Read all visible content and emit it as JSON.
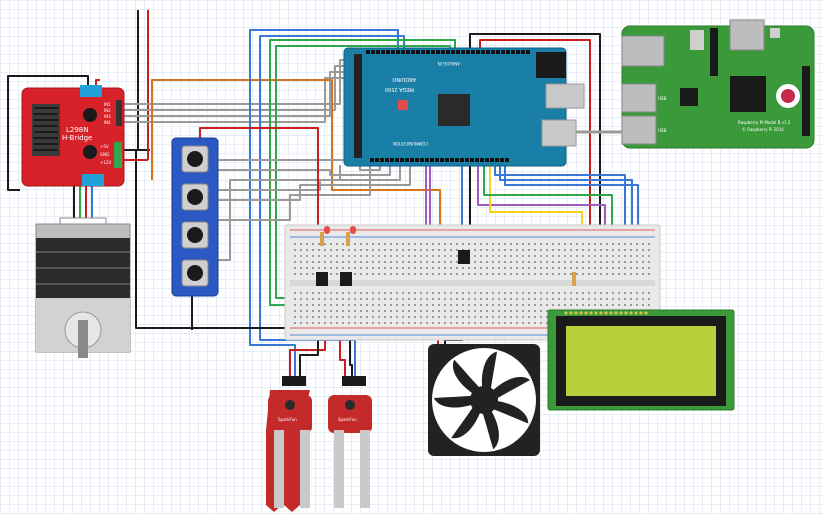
{
  "labels": {
    "driver_model": "L298N",
    "driver_name": "H-Bridge",
    "driver_pin_in1": "IN1",
    "driver_pin_in2": "IN2",
    "driver_pin_in3": "IN3",
    "driver_pin_in4": "IN4",
    "driver_pin_5v": "+5V",
    "driver_pin_gnd": "GND",
    "driver_pin_12v": "+12V",
    "arduino_brand": "ARDUINO",
    "arduino_model": "MEGA 2560",
    "arduino_analog": "ANALOG IN",
    "arduino_comm": "COMMUNICATION",
    "rpi_model": "Raspberry Pi Model B v1.2",
    "rpi_copyright": "© Raspberry Pi 2014",
    "sensor_brand_1": "SparkFun",
    "sensor_brand_2": "SparkFun",
    "usb_label_1": "USB",
    "usb_label_2": "USB"
  },
  "colors": {
    "driver": "#d8222a",
    "arduino": "#1a7fa6",
    "rpi": "#3a9a3a",
    "lcd_screen": "#b7cf3b",
    "button_board": "#2b59c3",
    "breadboard": "#e9e9e9",
    "sensor": "#c42a2a",
    "fan": "#222222",
    "wire_red": "#c81e1e",
    "wire_black": "#1a1a1a",
    "wire_gray": "#9a9a9a",
    "wire_blue": "#3a78d8",
    "wire_green": "#2ea84a",
    "wire_orange": "#d8731e",
    "wire_purple": "#a25bbf",
    "wire_yellow": "#f2d21e"
  }
}
